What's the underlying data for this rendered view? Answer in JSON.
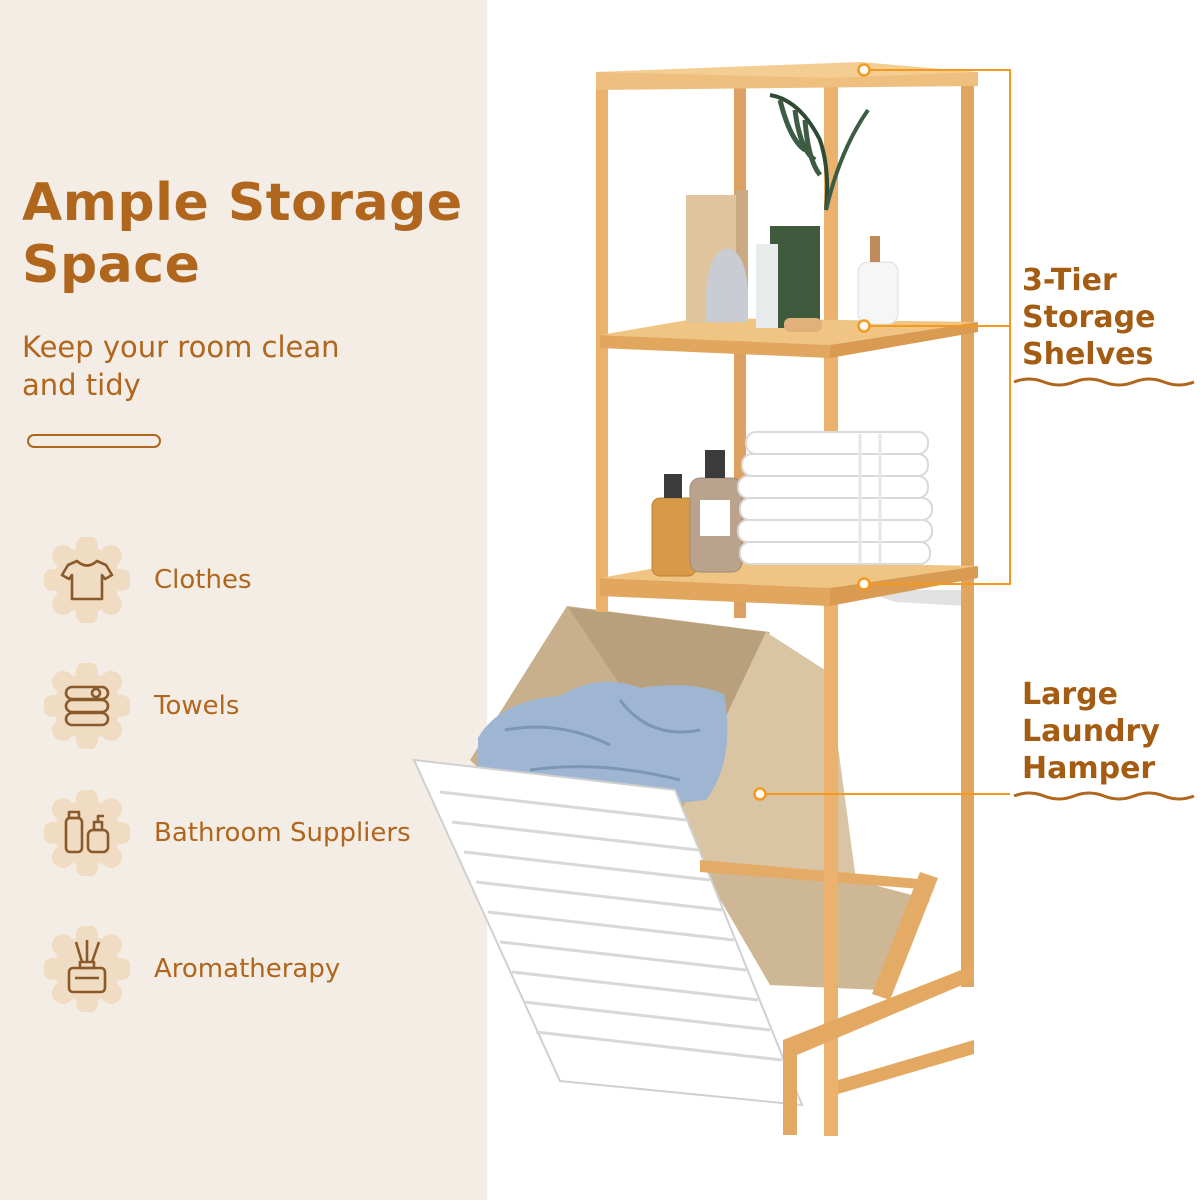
{
  "headline": {
    "line1": "Ample Storage",
    "line2": "Space"
  },
  "subheadline": {
    "line1": "Keep your room clean",
    "line2": "and tidy"
  },
  "features": [
    {
      "icon": "tshirt-icon",
      "label": "Clothes"
    },
    {
      "icon": "towels-icon",
      "label": "Towels"
    },
    {
      "icon": "bottles-icon",
      "label": "Bathroom Suppliers"
    },
    {
      "icon": "diffuser-icon",
      "label": "Aromatherapy"
    }
  ],
  "callouts": {
    "shelves": {
      "line1": "3-Tier",
      "line2": "Storage",
      "line3": "Shelves"
    },
    "hamper": {
      "line1": "Large",
      "line2": "Laundry",
      "line3": "Hamper"
    }
  },
  "colors": {
    "accent": "#b0661c",
    "callout_line": "#f39a1e",
    "panel_background": "#f4ede6",
    "badge_fill": "#f0dcc3",
    "bamboo": "#e8b26c"
  }
}
